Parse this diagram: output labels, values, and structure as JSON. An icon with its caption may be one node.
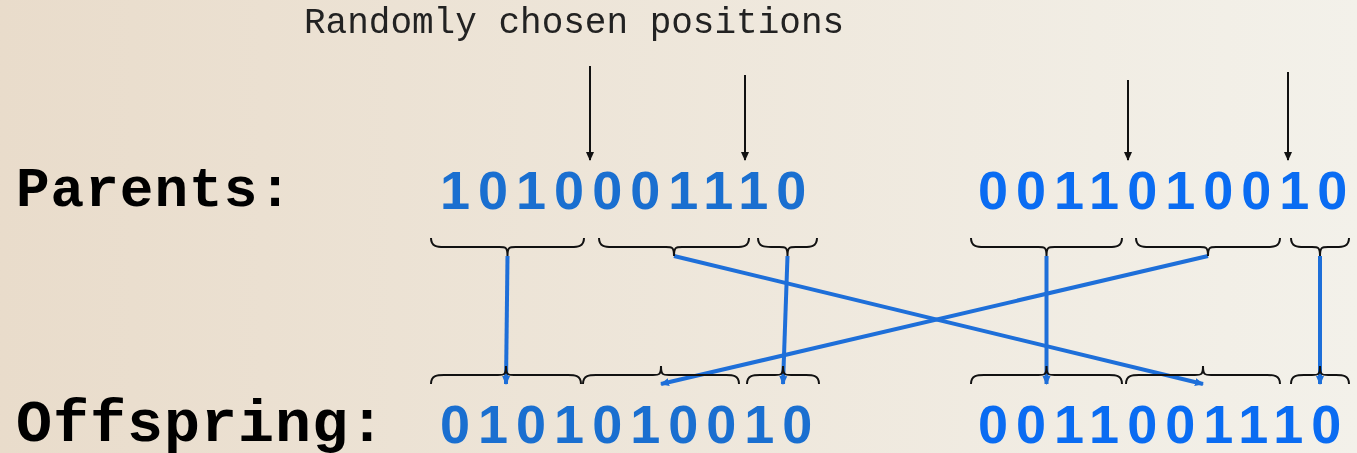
{
  "diagram": {
    "nodes": [
      {
        "text": [
          "1010001110"
        ]
      },
      {
        "text": [
          "0011010010"
        ]
      },
      {
        "text": [],
        "shape": "brace"
      },
      {
        "text": [],
        "shape": "brace"
      },
      {
        "text": [],
        "shape": "brace"
      },
      {
        "text": [],
        "shape": "brace"
      },
      {
        "text": [],
        "shape": "brace"
      },
      {
        "text": [],
        "shape": "brace"
      },
      {
        "text": [],
        "shape": "brace"
      },
      {
        "text": [],
        "shape": "brace"
      },
      {
        "text": [],
        "shape": "brace"
      },
      {
        "text": [],
        "shape": "brace"
      },
      {
        "text": [],
        "shape": "brace"
      },
      {
        "text": [],
        "shape": "brace"
      },
      {
        "text": [
          "0101010010"
        ]
      },
      {
        "text": [
          "0011001110"
        ]
      }
    ],
    "edges": [
      {
        "from": null,
        "to": 0,
        "arrow": "to",
        "color": "#111111"
      },
      {
        "from": null,
        "to": 0,
        "arrow": "to",
        "color": "#111111"
      },
      {
        "from": null,
        "to": 1,
        "arrow": "to",
        "color": "#111111"
      },
      {
        "from": null,
        "to": 1,
        "arrow": "to",
        "color": "#111111"
      },
      {
        "from": 2,
        "to": 8,
        "arrow": "to"
      },
      {
        "from": 3,
        "to": 12,
        "arrow": "to"
      },
      {
        "from": 4,
        "to": 10,
        "arrow": "to"
      },
      {
        "from": 5,
        "to": 11,
        "arrow": "to"
      },
      {
        "from": 6,
        "to": 9,
        "arrow": "to"
      },
      {
        "from": 7,
        "to": 13,
        "arrow": "to"
      }
    ],
    "labels": [
      "Randomly chosen positions",
      "Parents:",
      "Offspring:"
    ]
  }
}
